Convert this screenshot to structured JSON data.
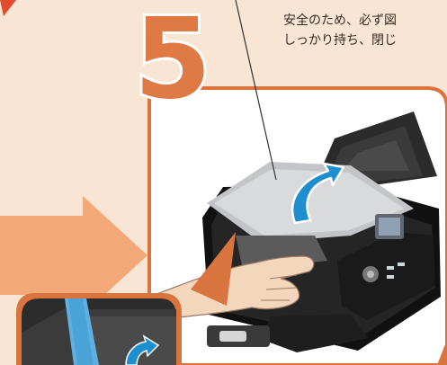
{
  "step": {
    "number": "5"
  },
  "instruction": {
    "line1": "安全のため、必ず図",
    "line2": "しっかり持ち、閉じ"
  },
  "colors": {
    "background": "#f8e5d3",
    "accent": "#e07a45",
    "arrow": "#f1a777",
    "photo_bg": "#ffffff",
    "motion_arrow": "#1d8fd0"
  }
}
